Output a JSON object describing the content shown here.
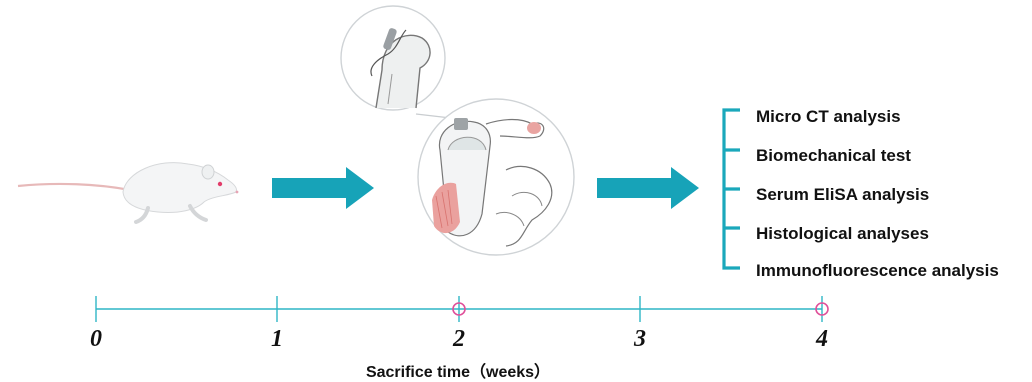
{
  "outcomes": [
    "Micro CT analysis",
    "Biomechanical test",
    "Serum EliSA analysis",
    "Histological analyses",
    "Immunofluorescence analysis"
  ],
  "timeline": {
    "ticks": [
      "0",
      "1",
      "2",
      "3",
      "4"
    ],
    "sacrifice_weeks": [
      2,
      4
    ],
    "title": "Sacrifice time（weeks）"
  },
  "colors": {
    "arrow": "#17a3b8",
    "bracket": "#1aa8bb",
    "axis": "#2fb6c6",
    "marker": "#e0509a"
  },
  "icons": {
    "animal": "rat-illustration",
    "surgery": "shoulder-surgery-illustration"
  }
}
